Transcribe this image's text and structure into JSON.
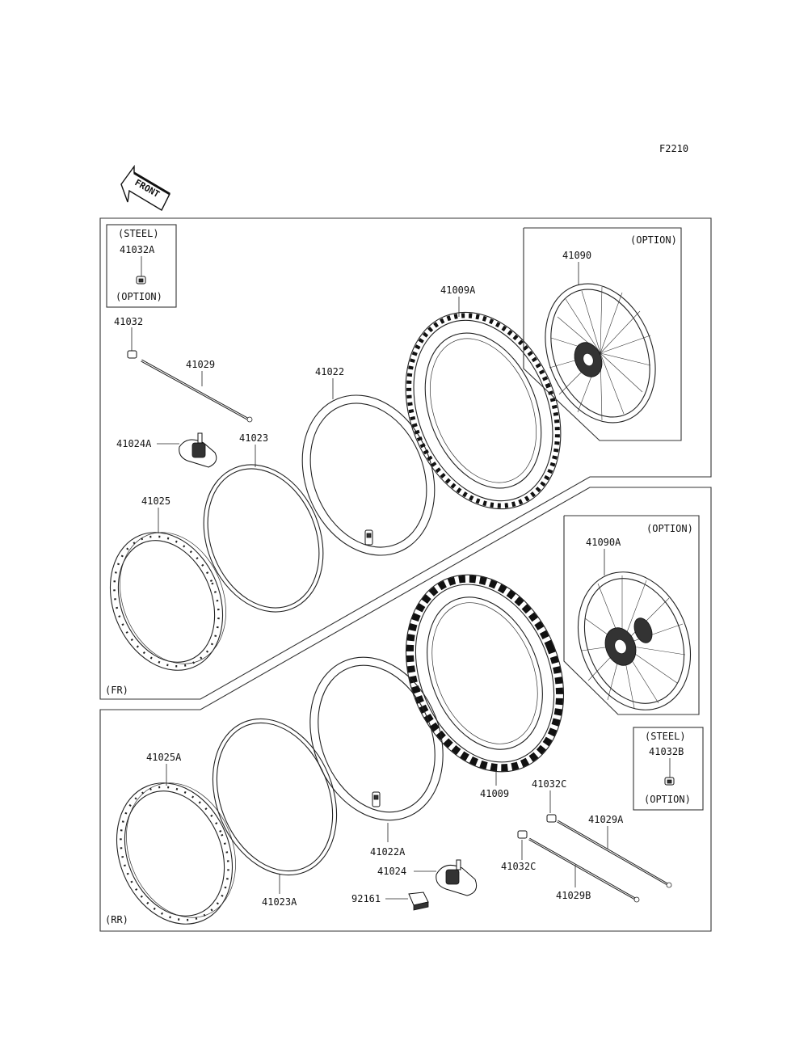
{
  "diagram_code": "F2210",
  "front_arrow_label": "FRONT",
  "front_section_label": "(FR)",
  "rear_section_label": "(RR)",
  "option_note": "(OPTION)",
  "steel_note": "(STEEL)",
  "parts": {
    "p41032A": "41032A",
    "p41032": "41032",
    "p41029": "41029",
    "p41022": "41022",
    "p41009A": "41009A",
    "p41090": "41090",
    "p41024A": "41024A",
    "p41023": "41023",
    "p41025": "41025",
    "p41090A": "41090A",
    "p41032B": "41032B",
    "p41025A": "41025A",
    "p41023A": "41023A",
    "p41022A": "41022A",
    "p41009": "41009",
    "p41032C": "41032C",
    "p41032C2": "41032C",
    "p41029A": "41029A",
    "p41029B": "41029B",
    "p41024": "41024",
    "p92161": "92161"
  }
}
